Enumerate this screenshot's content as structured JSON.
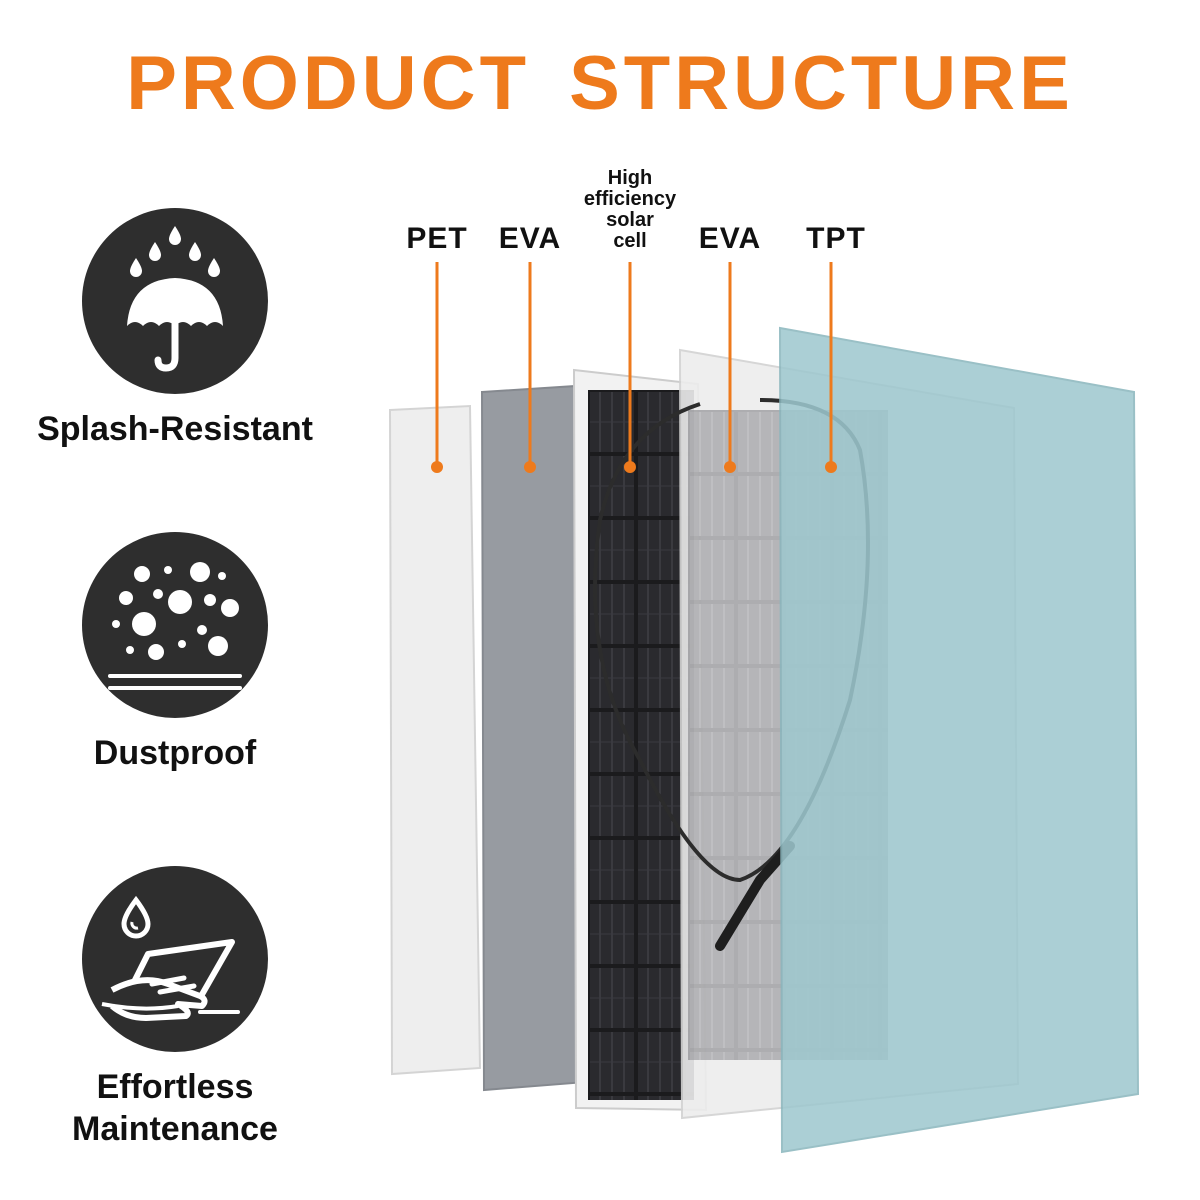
{
  "title": "PRODUCT STRUCTURE",
  "colors": {
    "accent": "#ee7a1c",
    "badge": "#2e2e2e",
    "text": "#111111",
    "tpt_layer": "#9ec8cf",
    "eva_layer": "#8f939a",
    "pet_layer": "#e8e8e8"
  },
  "features": [
    {
      "label": "Splash-Resistant",
      "icon": "umbrella-rain-icon"
    },
    {
      "label": "Dustproof",
      "icon": "dust-particles-icon"
    },
    {
      "label_line1": "Effortless",
      "label_line2": "Maintenance",
      "icon": "water-drop-hand-wipe-icon"
    }
  ],
  "layers": {
    "pet": "PET",
    "eva_front": "EVA",
    "cell_line1": "High",
    "cell_line2": "efficiency",
    "cell_line3": "solar",
    "cell_line4": "cell",
    "eva_back": "EVA",
    "tpt": "TPT"
  }
}
